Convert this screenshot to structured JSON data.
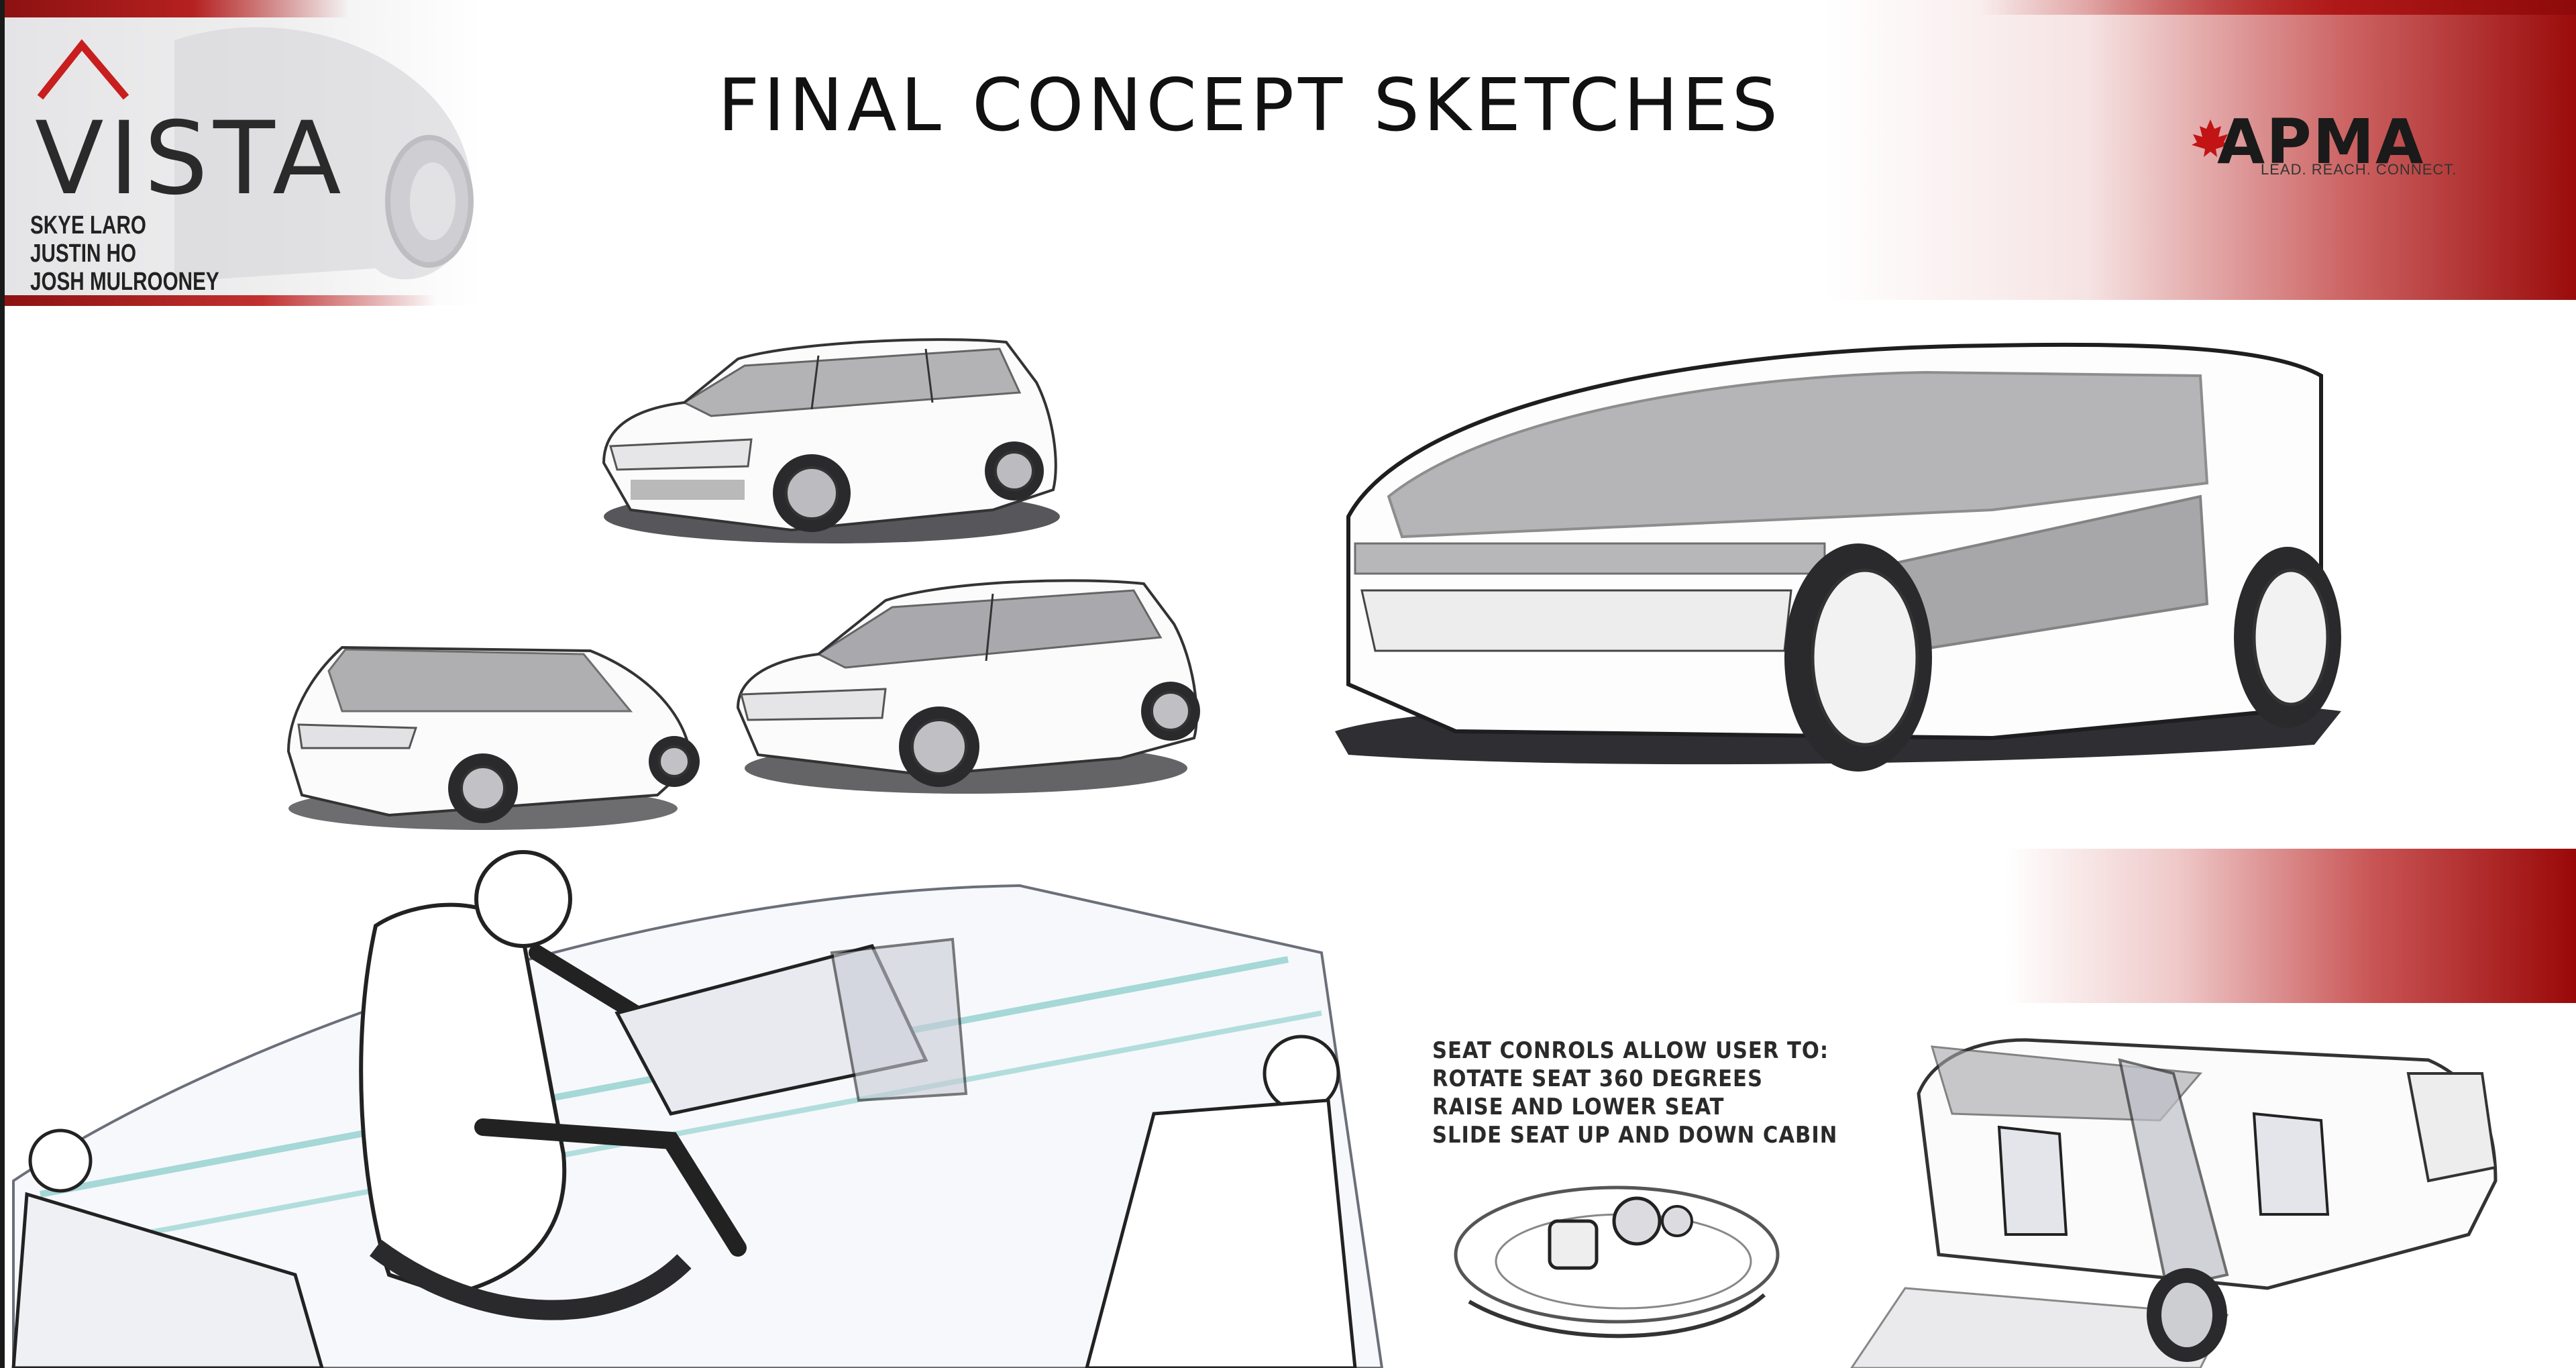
{
  "slide": {
    "title": "FINAL CONCEPT SKETCHES"
  },
  "branding": {
    "project_logo": "VISTA",
    "team_members": [
      "SKYE LARO",
      "JUSTIN HO",
      "JOSH MULROONEY"
    ],
    "sponsor_logo": "APMA",
    "sponsor_tagline": "LEAD. REACH. CONNECT.",
    "accent_color": "#9b0b0b"
  },
  "seat_controls": {
    "heading": "SEAT CONROLS ALLOW USER TO:",
    "items": [
      "ROTATE SEAT 360 DEGREES",
      "RAISE AND LOWER SEAT",
      "SLIDE SEAT UP AND DOWN CABIN"
    ]
  },
  "sketches": [
    {
      "icon": "car-sketch-icon"
    },
    {
      "icon": "car-sketch-icon"
    },
    {
      "icon": "car-sketch-icon"
    },
    {
      "icon": "car-sketch-icon"
    },
    {
      "icon": "interior-sketch-icon"
    },
    {
      "icon": "seat-control-sketch-icon"
    },
    {
      "icon": "open-cabin-sketch-icon"
    }
  ]
}
